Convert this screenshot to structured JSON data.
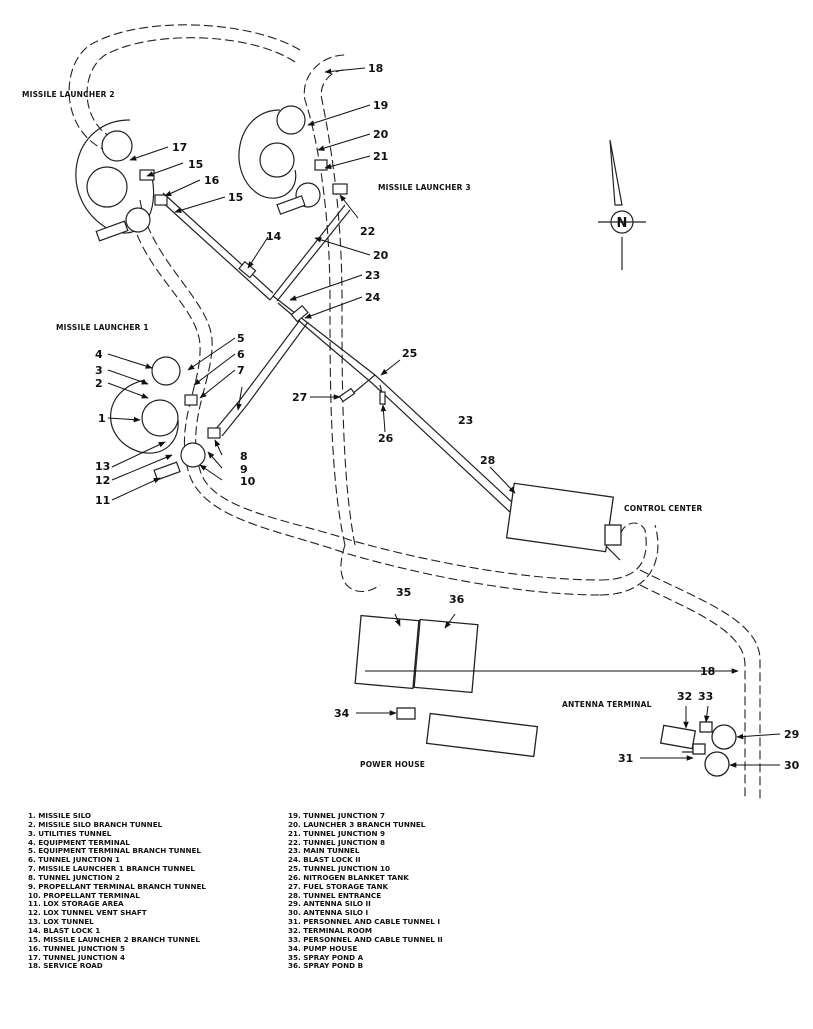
{
  "site_labels": {
    "missile_launcher_1": "MISSILE LAUNCHER 1",
    "missile_launcher_2": "MISSILE LAUNCHER 2",
    "missile_launcher_3": "MISSILE LAUNCHER 3",
    "control_center": "CONTROL CENTER",
    "antenna_terminal": "ANTENNA TERMINAL",
    "power_house": "POWER HOUSE",
    "north": "N"
  },
  "callouts": {
    "c1": "1",
    "c2": "2",
    "c3": "3",
    "c4": "4",
    "c5": "5",
    "c6": "6",
    "c7": "7",
    "c8": "8",
    "c9": "9",
    "c10": "10",
    "c11": "11",
    "c12": "12",
    "c13": "13",
    "c14": "14",
    "c15a": "15",
    "c15b": "15",
    "c16": "16",
    "c17": "17",
    "c18a": "18",
    "c18b": "18",
    "c19": "19",
    "c20a": "20",
    "c20b": "20",
    "c21": "21",
    "c22": "22",
    "c23a": "23",
    "c23b": "23",
    "c24": "24",
    "c25": "25",
    "c26": "26",
    "c27": "27",
    "c28": "28",
    "c29": "29",
    "c30": "30",
    "c31": "31",
    "c32": "32",
    "c33": "33",
    "c34": "34",
    "c35": "35",
    "c36": "36"
  },
  "legend_left": [
    "1. MISSILE SILO",
    "2. MISSILE SILO BRANCH TUNNEL",
    "3. UTILITIES TUNNEL",
    "4. EQUIPMENT TERMINAL",
    "5. EQUIPMENT TERMINAL BRANCH TUNNEL",
    "6. TUNNEL JUNCTION 1",
    "7. MISSILE LAUNCHER 1 BRANCH TUNNEL",
    "8. TUNNEL JUNCTION 2",
    "9. PROPELLANT TERMINAL BRANCH TUNNEL",
    "10. PROPELLANT TERMINAL",
    "11. LOX STORAGE AREA",
    "12. LOX TUNNEL VENT SHAFT",
    "13. LOX TUNNEL",
    "14. BLAST LOCK 1",
    "15. MISSILE LAUNCHER 2 BRANCH TUNNEL",
    "16. TUNNEL JUNCTION 5",
    "17. TUNNEL JUNCTION 4",
    "18. SERVICE ROAD"
  ],
  "legend_right": [
    "19. TUNNEL JUNCTION 7",
    "20. LAUNCHER 3 BRANCH TUNNEL",
    "21. TUNNEL JUNCTION 9",
    "22. TUNNEL JUNCTION 8",
    "23. MAIN TUNNEL",
    "24. BLAST LOCK II",
    "25. TUNNEL JUNCTION 10",
    "26. NITROGEN BLANKET TANK",
    "27. FUEL STORAGE TANK",
    "28. TUNNEL ENTRANCE",
    "29. ANTENNA SILO II",
    "30. ANTENNA SILO I",
    "31. PERSONNEL AND CABLE TUNNEL I",
    "32. TERMINAL ROOM",
    "33. PERSONNEL AND CABLE TUNNEL II",
    "34. PUMP HOUSE",
    "35. SPRAY POND A",
    "36. SPRAY POND B"
  ]
}
